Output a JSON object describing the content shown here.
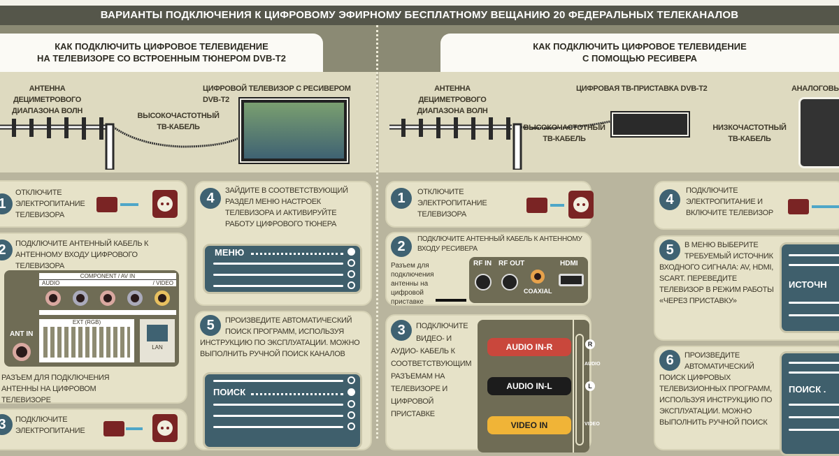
{
  "title": "ВАРИАНТЫ ПОДКЛЮЧЕНИЯ К ЦИФРОВОМУ ЭФИРНОМУ БЕСПЛАТНОМУ ВЕЩАНИЮ 20 ФЕДЕРАЛЬНЫХ ТЕЛЕКАНАЛОВ",
  "left": {
    "heading": [
      "КАК ПОДКЛЮЧИТЬ ЦИФРОВОЕ ТЕЛЕВИДЕНИЕ",
      "НА ТЕЛЕВИЗОРЕ СО ВСТРОЕННЫМ ТЮНЕРОМ DVB-T2"
    ],
    "antenna_label": [
      "АНТЕННА ДЕЦИМЕТРОВОГО",
      "ДИАПАЗОНА ВОЛН"
    ],
    "cable_label": [
      "ВЫСОКОЧАСТОТНЫЙ",
      "ТВ-КАБЕЛЬ"
    ],
    "tv_label": "ЦИФРОВОЙ ТЕЛЕВИЗОР С РЕСИВЕРОМ DVB-T2",
    "steps": [
      {
        "n": "1",
        "text": "ОТКЛЮЧИТЕ ЭЛЕКТРОПИТАНИЕ ТЕЛЕВИЗОРА"
      },
      {
        "n": "2",
        "text": "ПОДКЛЮЧИТЕ АНТЕННЫЙ КАБЕЛЬ К АНТЕННОМУ ВХОДУ ЦИФРОВОГО ТЕЛЕВИЗОРА"
      },
      {
        "n": "3",
        "text": "ПОДКЛЮЧИТЕ ЭЛЕКТРОПИТАНИЕ"
      },
      {
        "n": "4",
        "text": "ЗАЙДИТЕ В СООТВЕТСТВУЮЩИЙ РАЗДЕЛ МЕНЮ НАСТРОЕК ТЕЛЕВИЗОРА И АКТИВИРУЙТЕ РАБОТУ ЦИФРОВОГО ТЮНЕРА"
      },
      {
        "n": "5",
        "text": "ПРОИЗВЕДИТЕ АВТОМАТИЧЕСКИЙ ПОИСК ПРОГРАММ, ИСПОЛЬЗУЯ ИНСТРУКЦИЮ ПО ЭКСПЛУАТАЦИИ. МОЖНО ВЫПОЛНИТЬ РУЧНОЙ ПОИСК КАНАЛОВ"
      }
    ],
    "panel": {
      "component": "COMPONENT / AV IN",
      "audio": "AUDIO",
      "video": "/ VIDEO",
      "ext": "EXT (RGB)",
      "lan": "LAN",
      "ant_in": "ANT IN"
    },
    "jack_caption": "РАЗЪЕМ ДЛЯ ПОДКЛЮЧЕНИЯ АНТЕННЫ НА ЦИФРОВОМ ТЕЛЕВИЗОРЕ",
    "menu_label": "МЕНЮ",
    "search_label": "ПОИСК"
  },
  "right": {
    "heading": [
      "КАК ПОДКЛЮЧИТЬ ЦИФРОВОЕ ТЕЛЕВИДЕНИЕ",
      "С ПОМОЩЬЮ РЕСИВЕРА"
    ],
    "antenna_label": [
      "АНТЕННА ДЕЦИМЕТРОВОГО",
      "ДИАПАЗОНА ВОЛН"
    ],
    "box_label": "ЦИФРОВАЯ ТВ-ПРИСТАВКА DVB-T2",
    "hf_cable": [
      "ВЫСОКОЧАСТОТНЫЙ",
      "ТВ-КАБЕЛЬ"
    ],
    "lf_cable": [
      "НИЗКОЧАСТОТНЫЙ",
      "ТВ-КАБЕЛЬ"
    ],
    "tv_label": "АНАЛОГОВЫЙ",
    "steps": [
      {
        "n": "1",
        "text": "ОТКЛЮЧИТЕ ЭЛЕКТРОПИТАНИЕ ТЕЛЕВИЗОРА"
      },
      {
        "n": "2",
        "text": "ПОДКЛЮЧИТЕ АНТЕННЫЙ КАБЕЛЬ К АНТЕННОМУ ВХОДУ РЕСИВЕРА"
      },
      {
        "n": "3",
        "text": "ПОДКЛЮЧИТЕ ВИДЕО- И АУДИО- КАБЕЛЬ К СООТВЕТСТВУЮЩИМ РАЗЪЕМАМ НА ТЕЛЕВИЗОРЕ И ЦИФРОВОЙ ПРИСТАВКЕ"
      },
      {
        "n": "4",
        "text": "ПОДКЛЮЧИТЕ ЭЛЕКТРОПИТАНИЕ И ВКЛЮЧИТЕ ТЕЛЕВИЗОР"
      },
      {
        "n": "5",
        "text": "В МЕНЮ ВЫБЕРИТЕ ТРЕБУЕМЫЙ ИСТОЧНИК ВХОДНОГО СИГНАЛА: AV, HDMI, SCART. ПЕРЕВЕДИТЕ ТЕЛЕВИЗОР В РЕЖИМ РАБОТЫ «ЧЕРЕЗ ПРИСТАВКУ»"
      },
      {
        "n": "6",
        "text": "ПРОИЗВЕДИТЕ АВТОМАТИЧЕСКИЙ ПОИСК ЦИФРОВЫХ ТЕЛЕВИЗИОННЫХ ПРОГРАММ, ИСПОЛЬЗУЯ ИНСТРУКЦИЮ ПО ЭКСПЛУАТАЦИИ. МОЖНО ВЫПОЛНИТЬ РУЧНОЙ ПОИСК"
      }
    ],
    "jack_caption": "Разъем для подключения антенны на цифровой приставке",
    "ports": {
      "rf_in": "RF IN",
      "rf_out": "RF OUT",
      "coaxial": "COAXIAL",
      "hdmi": "HDMI"
    },
    "cables": [
      {
        "label": "AUDIO IN-R",
        "color": "#c9473c",
        "port": "R"
      },
      {
        "label": "AUDIO IN-L",
        "color": "#1c1c1c",
        "port": "L"
      },
      {
        "label": "VIDEO IN",
        "color": "#f0b437",
        "port": ""
      }
    ],
    "audio_word": "AUDIO",
    "video_word": "VIDEO",
    "source_label": "ИСТОЧН",
    "search_label": "ПОИСК ."
  }
}
